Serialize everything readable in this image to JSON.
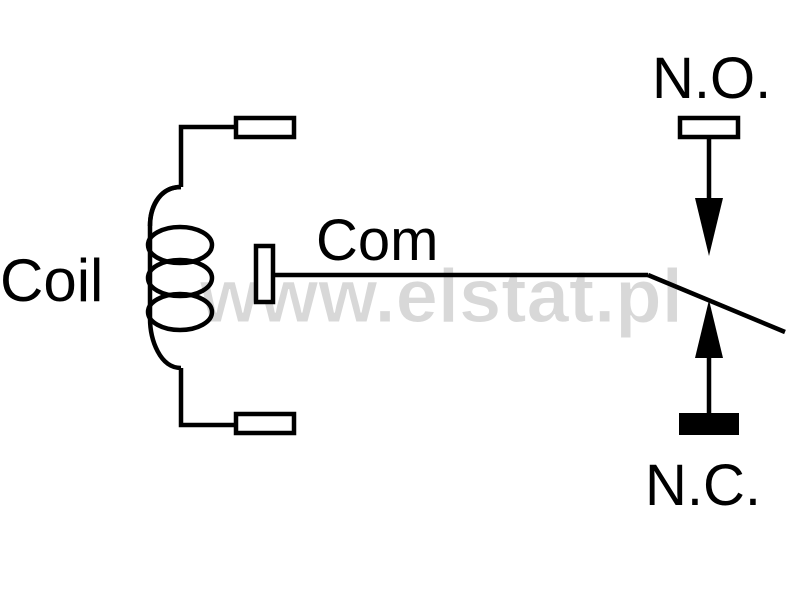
{
  "labels": {
    "coil": "Coil",
    "common": "Com",
    "normally_open": "N.O.",
    "normally_closed": "N.C."
  },
  "watermark": "www.elstat.pl",
  "colors": {
    "ink": "#000000",
    "background": "#ffffff",
    "watermark": "#d8d8d8"
  }
}
